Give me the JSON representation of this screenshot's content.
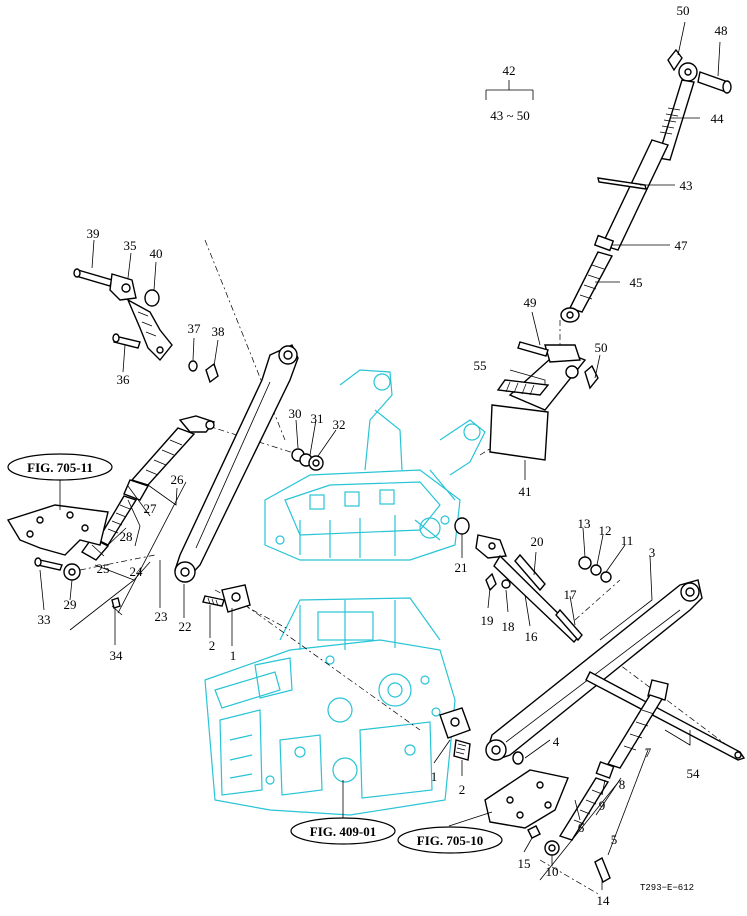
{
  "callouts": {
    "n1a": "1",
    "n1b": "1",
    "n2a": "2",
    "n2b": "2",
    "n3": "3",
    "n4": "4",
    "n5": "5",
    "n6": "6",
    "n7": "7",
    "n8": "8",
    "n9": "9",
    "n10": "10",
    "n11": "11",
    "n12": "12",
    "n13": "13",
    "n14": "14",
    "n15": "15",
    "n16": "16",
    "n17": "17",
    "n18": "18",
    "n19": "19",
    "n20": "20",
    "n21": "21",
    "n22": "22",
    "n23": "23",
    "n24": "24",
    "n25": "25",
    "n26": "26",
    "n27": "27",
    "n28": "28",
    "n29": "29",
    "n30": "30",
    "n31": "31",
    "n32": "32",
    "n33": "33",
    "n34": "34",
    "n35": "35",
    "n36": "36",
    "n37": "37",
    "n38": "38",
    "n39": "39",
    "n40": "40",
    "n41": "41",
    "n42": "42",
    "n43": "43",
    "n44": "44",
    "n45": "45",
    "n47": "47",
    "n48": "48",
    "n49": "49",
    "n50a": "50",
    "n50b": "50",
    "n54": "54",
    "n55": "55"
  },
  "group_note": {
    "parent": "42",
    "range": "43 ~ 50"
  },
  "figure_refs": {
    "fig_705_11": "FIG. 705-11",
    "fig_409_01": "FIG. 409-01",
    "fig_705_10": "FIG. 705-10"
  },
  "drawing_code": "T293−E−612",
  "colors": {
    "line": "#000000",
    "frame_highlight": "#29c4d6",
    "background": "#ffffff"
  }
}
